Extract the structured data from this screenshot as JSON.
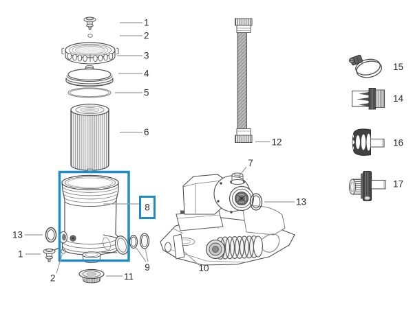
{
  "figure": {
    "type": "exploded-parts-diagram"
  },
  "colors": {
    "accent_blue": "#1e8cc4",
    "line_dark": "#4a4a4a",
    "leader_gray": "#999999",
    "background": "#ffffff"
  },
  "callouts": [
    {
      "label": "1",
      "name": "air-release-valve"
    },
    {
      "label": "2",
      "name": "small-o-ring"
    },
    {
      "label": "3",
      "name": "filter-housing-lid"
    },
    {
      "label": "4",
      "name": "lid-cap"
    },
    {
      "label": "5",
      "name": "lid-o-ring"
    },
    {
      "label": "6",
      "name": "filter-cartridge"
    },
    {
      "label": "7",
      "name": "pump-motor-assembly"
    },
    {
      "label": "8",
      "name": "filter-tank-highlighted"
    },
    {
      "label": "9",
      "name": "connector-o-rings"
    },
    {
      "label": "10",
      "name": "pump-base"
    },
    {
      "label": "11",
      "name": "strainer-grid"
    },
    {
      "label": "12",
      "name": "hose"
    },
    {
      "label": "13",
      "name": "outlet-o-ring"
    },
    {
      "label": "13",
      "name": "inlet-o-ring"
    },
    {
      "label": "1",
      "name": "air-release-valve-spare"
    },
    {
      "label": "2",
      "name": "tiny-o-ring"
    },
    {
      "label": "14",
      "name": "hose-adapter"
    },
    {
      "label": "15",
      "name": "hose-clamp"
    },
    {
      "label": "16",
      "name": "threaded-nut"
    },
    {
      "label": "17",
      "name": "threaded-adapter"
    }
  ]
}
